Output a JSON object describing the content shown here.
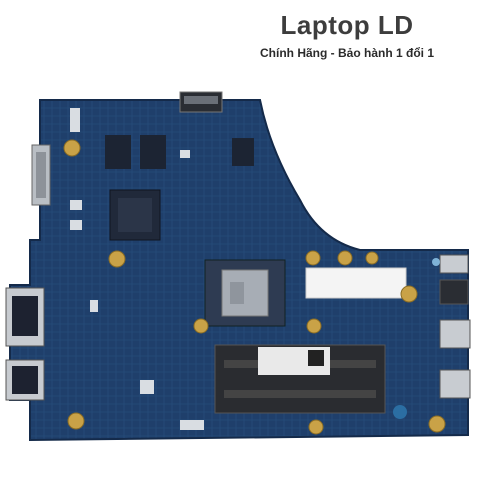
{
  "brand": {
    "title": "Laptop LD",
    "subtitle": "Chính Hãng - Bảo hành 1 đổi 1"
  },
  "colors": {
    "pcb": "#1f3f6b",
    "pcb_dark": "#152e52",
    "cpu_die": "#a7adb5",
    "gold": "#c9a247",
    "title_text": "#3d3d3d"
  },
  "image": {
    "subject": "laptop-motherboard-photo"
  }
}
